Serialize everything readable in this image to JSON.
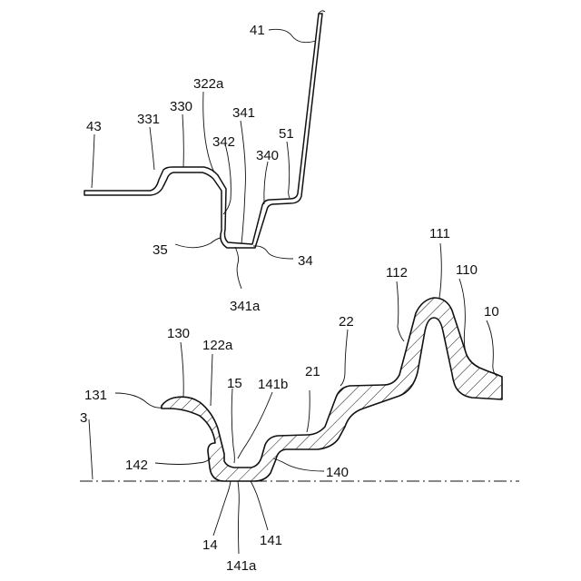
{
  "upper_part": {
    "labels": {
      "l41": "41",
      "l43": "43",
      "l331": "331",
      "l330": "330",
      "l322a": "322a",
      "l341": "341",
      "l342": "342",
      "l51": "51",
      "l340": "340",
      "l35": "35",
      "l34": "34",
      "l341a": "341a"
    }
  },
  "lower_part": {
    "labels": {
      "l111": "111",
      "l112": "112",
      "l110": "110",
      "l10": "10",
      "l22": "22",
      "l130": "130",
      "l122a": "122a",
      "l131": "131",
      "l15": "15",
      "l141b": "141b",
      "l21": "21",
      "l3": "3",
      "l142": "142",
      "l140": "140",
      "l14": "14",
      "l141": "141",
      "l141a": "141a"
    }
  }
}
